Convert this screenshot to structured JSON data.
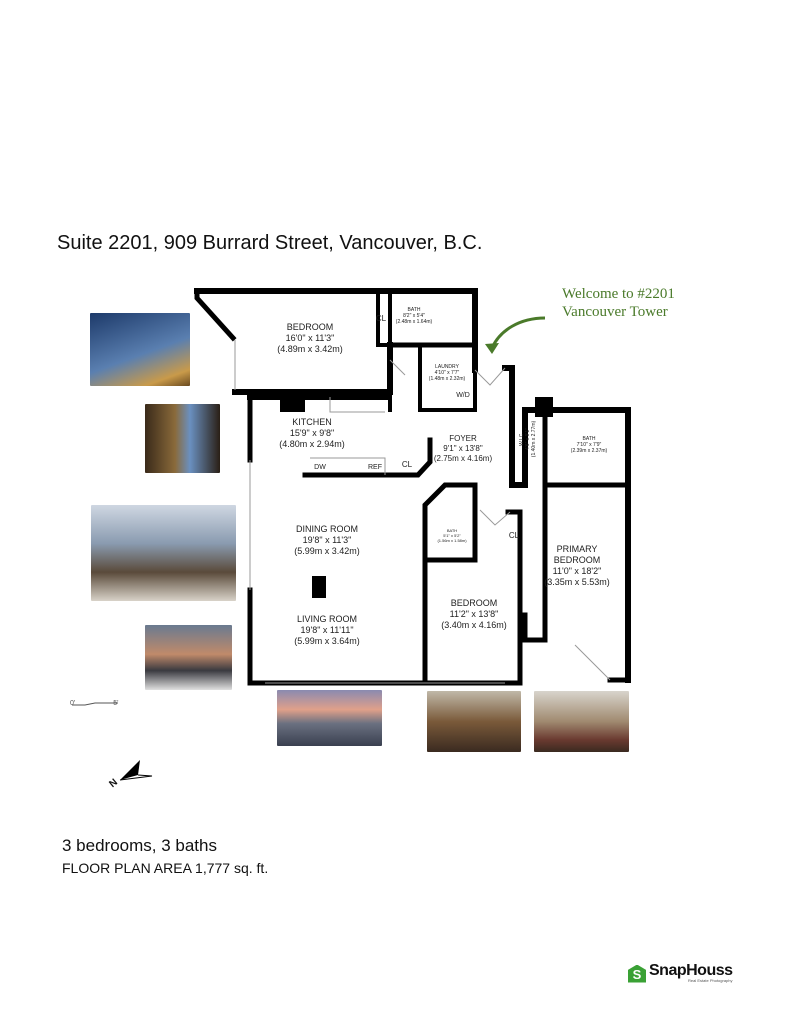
{
  "title": "Suite 2201, 909 Burrard Street, Vancouver, B.C.",
  "welcome": {
    "line1": "Welcome to #2201",
    "line2": "Vancouver Tower",
    "color": "#4a7a2a"
  },
  "rooms": {
    "bedroom_top": {
      "name": "BEDROOM",
      "imperial": "16'0\" x 11'3\"",
      "metric": "(4.89m x 3.42m)"
    },
    "bath_top": {
      "name": "BATH",
      "imperial": "8'2\" x 5'4\"",
      "metric": "(2.48m x 1.64m)"
    },
    "laundry": {
      "name": "LAUNDRY",
      "imperial": "4'10\" x 7'7\"",
      "metric": "(1.48m x 2.32m)"
    },
    "kitchen": {
      "name": "KITCHEN",
      "imperial": "15'9\" x 9'8\"",
      "metric": "(4.80m x 2.94m)"
    },
    "foyer": {
      "name": "FOYER",
      "imperial": "9'1\" x 13'8\"",
      "metric": "(2.75m x 4.16m)"
    },
    "wic": {
      "name": "W.I.C.",
      "imperial": "4'6\" x 9'1\"",
      "metric": "(1.40m x 2.77m)"
    },
    "bath_primary": {
      "name": "BATH",
      "imperial": "7'10\" x 7'9\"",
      "metric": "(2.39m x 2.37m)"
    },
    "bath_small": {
      "name": "BATH",
      "imperial": "5'1\" x 5'2\"",
      "metric": "(1.56m x 1.58m)"
    },
    "dining": {
      "name": "DINING ROOM",
      "imperial": "19'8\" x 11'3\"",
      "metric": "(5.99m x 3.42m)"
    },
    "living": {
      "name": "LIVING ROOM",
      "imperial": "19'8\" x 11'11\"",
      "metric": "(5.99m x 3.64m)"
    },
    "bedroom_mid": {
      "name": "BEDROOM",
      "imperial": "11'2\" x 13'8\"",
      "metric": "(3.40m x 4.16m)"
    },
    "primary": {
      "name1": "PRIMARY",
      "name2": "BEDROOM",
      "imperial": "11'0\" x 18'2\"",
      "metric": "(3.35m x 5.53m)"
    }
  },
  "fixtures": {
    "cl": "CL",
    "wd": "W/D",
    "dw": "DW",
    "ref": "REF"
  },
  "scale": {
    "start": "0'",
    "end": "5'"
  },
  "compass": {
    "label": "N"
  },
  "summary": {
    "line1": "3 bedrooms, 3 baths",
    "line2": "FLOOR PLAN AREA 1,777 sq. ft."
  },
  "logo": {
    "name": "SnapHouss",
    "tagline": "Real Estate Photography",
    "color": "#3aa135"
  }
}
